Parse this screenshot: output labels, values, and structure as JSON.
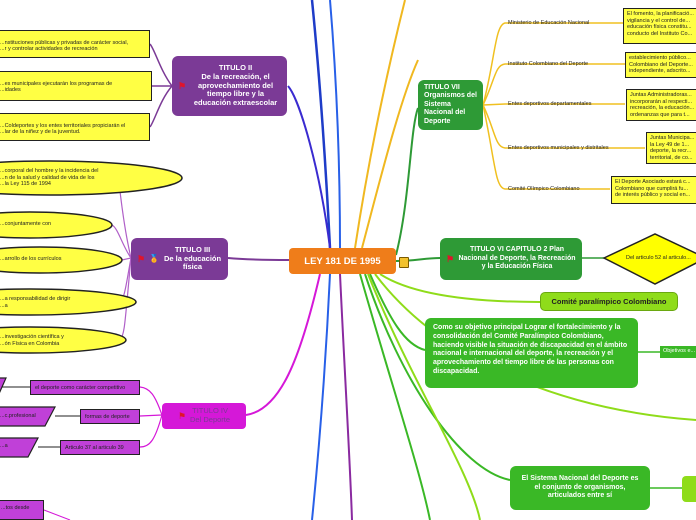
{
  "central": {
    "label": "LEY 181 DE 1995"
  },
  "titulo_ii": {
    "label": "TITULO II\nDe la recreación, el aprovechamiento del tiempo libre y la educación extraescolar",
    "items": [
      "...nstituciones públicas y privadas de carácter social,\n...r y controlar actividades de recreación",
      "...es municipales ejecutarán los programas de\n...idades",
      "...Coldeportes y los entes territoriales propiciarán el\n...lar de la niñez y de la juventud."
    ]
  },
  "titulo_iii": {
    "label": "TITULO III\nDe la educación física",
    "items": [
      "...corporal del hombre y la incidencia del\n...n de la salud y calidad de vida de los\n...la Ley 115 de 1994",
      "...conjuntamente con",
      "...arrollo de los currículos",
      "...a responsabilidad de dirigir\n...a",
      "...investigación científica y\n...ón Física en Colombia"
    ]
  },
  "titulo_iv": {
    "label": "TITULO IV\nDel Deporte",
    "items": [
      "el deporte como carácter competitivo",
      "formas de deporte",
      "Articulo 37 al articulo 39"
    ],
    "left_items": [
      "...c.profesional",
      "...a"
    ],
    "bottom_item": "...tos desde"
  },
  "titulo_vii": {
    "label": "TITULO VII\nOrganismos del Sistema Nacional del Deporte",
    "branches": [
      {
        "label": "Ministerio de Educación Nacional",
        "detail": "El fomento, la planificació...\nvigilancia y el control de...\neducación física constitu...\nconducto del Instituto Co..."
      },
      {
        "label": "Instituto Colombiano del Deporte",
        "detail": "establecimiento público...\nColombiano del Deporte...\nindependiente, adscrito..."
      },
      {
        "label": "Entes deportivos departamentales",
        "detail": "Juntas Administradoras...\nincorporarán al respecti...\nrecreación, la educación...\nordenanzas que para t..."
      },
      {
        "label": "Entes deportivos municipales y distritales",
        "detail": "Juntas Municipa...\nla Ley 49 de 1...\ndeporte, la recr...\nterritorial, de co..."
      },
      {
        "label": "Comité Olímpico Colombiano",
        "detail": "El Deporte Asociado estará c...\nColombiano que cumplirá fu...\nde interés público y social en..."
      }
    ]
  },
  "titulo_vi": {
    "label": "TITULO VI CAPITULO 2 Plan Nacional de Deporte, la Recreación y la Educación Física",
    "diamond": "Del articulo 52 al articulo..."
  },
  "comite": {
    "label": "Comité paralímpico Colombiano"
  },
  "objetivo": {
    "text": "Como su objetivo principal Lograr el fortalecimiento y la consolidación del Comité Paralímpico Colombiano, haciendo visible la situación de discapacidad en el ámbito nacional e internacional del deporte, la recreación y el aprovechamiento del tiempo libre de las personas con discapacidad.",
    "tag": "Objetivos e..."
  },
  "sistema": {
    "text": "El Sistema Nacional del Deporte es el conjunto de organismos, articulados entre sí"
  },
  "colors": {
    "central": "#ef7d1a",
    "purple": "#7b3a96",
    "magenta": "#d518d8",
    "green": "#2e9a36",
    "yellow": "#ffff44",
    "lime": "#8fdc1a"
  }
}
